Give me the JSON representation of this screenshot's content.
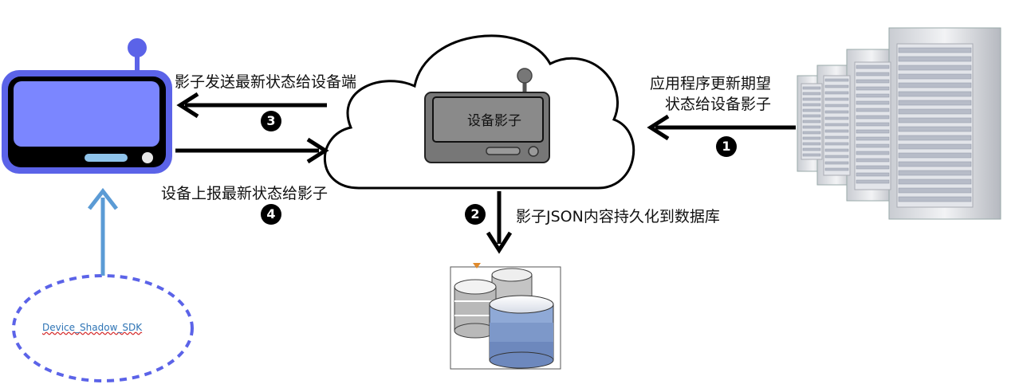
{
  "diagram": {
    "device_shadow_label": "设备影子",
    "sdk_label": "Device_Shadow_SDK",
    "steps": [
      {
        "number": "1",
        "label_line1": "应用程序更新期望",
        "label_line2": "状态给设备影子"
      },
      {
        "number": "2",
        "label": "影子JSON内容持久化到数据库"
      },
      {
        "number": "3",
        "label": "影子发送最新状态给设备端"
      },
      {
        "number": "4",
        "label": "设备上报最新状态给影子"
      }
    ]
  },
  "colors": {
    "device_body": "#5b63e8",
    "device_screen": "#7b86ff",
    "sdk_arrow": "#5b9bd5",
    "sdk_ellipse": "#5b63e8",
    "arrow": "#000000"
  }
}
